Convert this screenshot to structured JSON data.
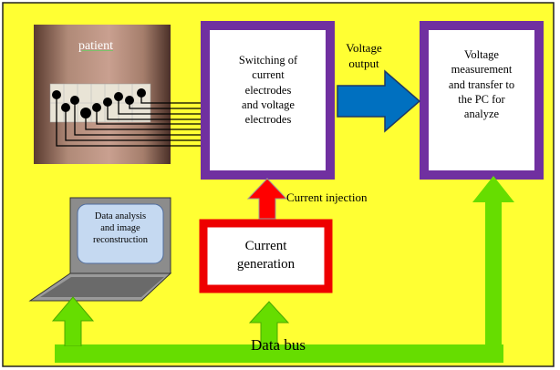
{
  "diagram": {
    "patient_label": "patient",
    "switching_box": [
      "Switching of",
      "current",
      "electrodes",
      "and voltage",
      "electrodes"
    ],
    "voltage_output": [
      "Voltage",
      "output"
    ],
    "measurement_box": [
      "Voltage",
      "measurement",
      "and transfer to",
      "the PC for",
      "analyze"
    ],
    "current_injection": "Current injection",
    "current_generation": [
      "Current",
      "generation"
    ],
    "laptop_screen": [
      "Data analysis",
      "and image",
      "reconstruction"
    ],
    "data_bus": "Data bus"
  },
  "colors": {
    "background": "#ffff33",
    "frame_border": "#222222",
    "purple_box": "#7030a0",
    "red_box": "#ee0000",
    "blue_arrow": "#0070c0",
    "red_arrow": "#ff0000",
    "green_bus": "#66dd00",
    "laptop_gray": "#888888",
    "laptop_screen": "#c5d9f1"
  }
}
